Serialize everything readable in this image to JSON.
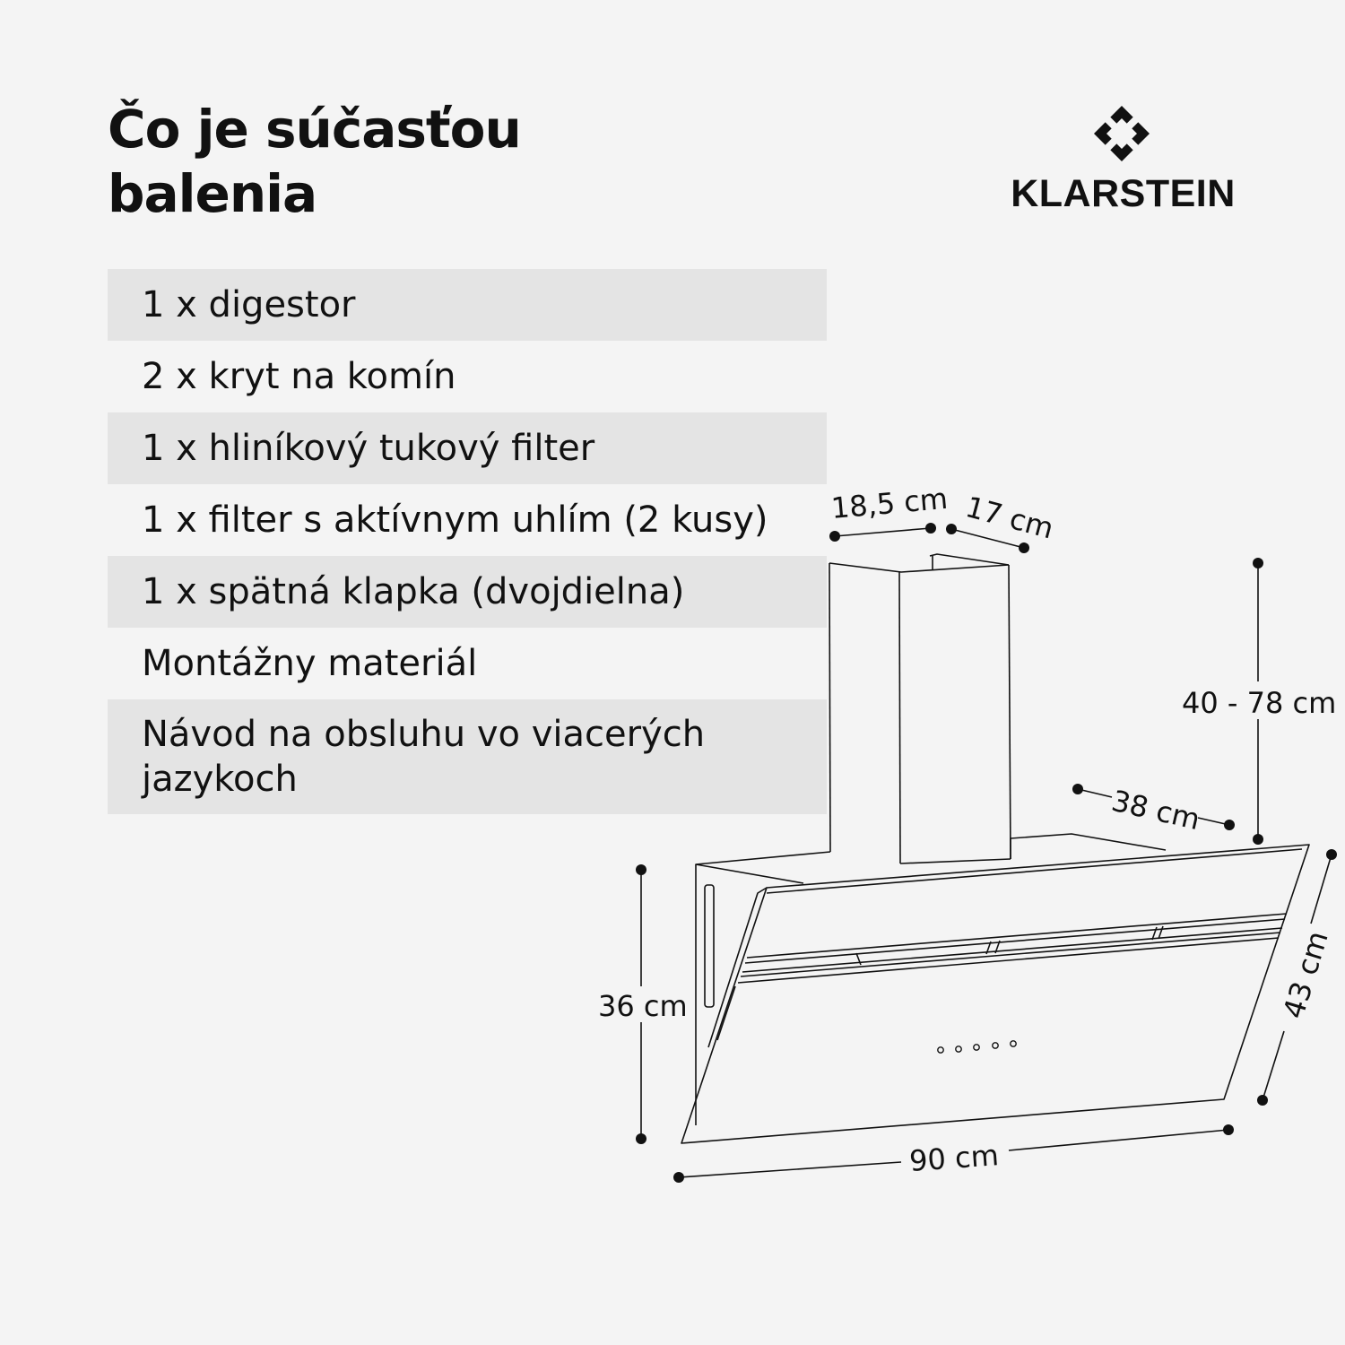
{
  "title": {
    "line1": "Čo je súčasťou",
    "line2": "balenia"
  },
  "brand": {
    "name": "KLARSTEIN",
    "logo_icon": "klarstein-diamond-logo-icon"
  },
  "items": [
    {
      "label": "1 x digestor",
      "shaded": true
    },
    {
      "label": "2 x kryt na komín",
      "shaded": false
    },
    {
      "label": "1 x hliníkový tukový filter",
      "shaded": true
    },
    {
      "label": "1 x filter s aktívnym uhlím (2 kusy)",
      "shaded": false
    },
    {
      "label": "1 x spätná klapka (dvojdielna)",
      "shaded": true
    },
    {
      "label": "Montážny materiál",
      "shaded": false
    },
    {
      "label": "Návod na obsluhu vo viacerých jazykoch",
      "shaded": true
    }
  ],
  "dimensions": {
    "chimney_width": "18,5 cm",
    "chimney_depth": "17 cm",
    "chimney_height": "40 - 78 cm",
    "hood_depth": "38 cm",
    "hood_height": "36 cm",
    "hood_width": "90 cm",
    "glass_height": "43 cm"
  },
  "colors": {
    "background": "#f4f4f4",
    "row_shade": "#e4e4e4",
    "text": "#111111"
  }
}
